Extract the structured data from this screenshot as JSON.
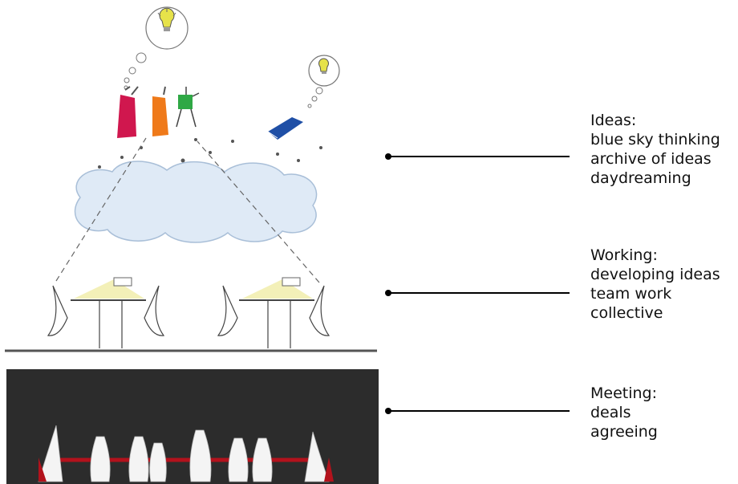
{
  "callouts": [
    {
      "title": "Ideas:",
      "lines": [
        "blue sky thinking",
        "archive of ideas",
        "daydreaming"
      ]
    },
    {
      "title": "Working:",
      "lines": [
        "developing ideas",
        "team work",
        "collective"
      ]
    },
    {
      "title": "Meeting:",
      "lines": [
        "deals",
        "agreeing"
      ]
    }
  ],
  "colors": {
    "cloud_fill": "#dfeaf6",
    "cloud_stroke": "#a9bfd8",
    "lamp_glow": "#f3f0b8",
    "meeting_floor": "#2c2c2c",
    "meeting_table": "#b3121c",
    "figure_red": "#d0174e",
    "figure_orange": "#ef7a1a",
    "figure_green": "#2fa845",
    "book_blue": "#1f4fa6",
    "bulb_yellow": "#e6e24a"
  },
  "icons": [
    "lightbulb-icon",
    "thought-bubble-icon",
    "cloud-icon",
    "desk-lamp-icon",
    "person-icon",
    "book-icon",
    "easel-icon"
  ]
}
